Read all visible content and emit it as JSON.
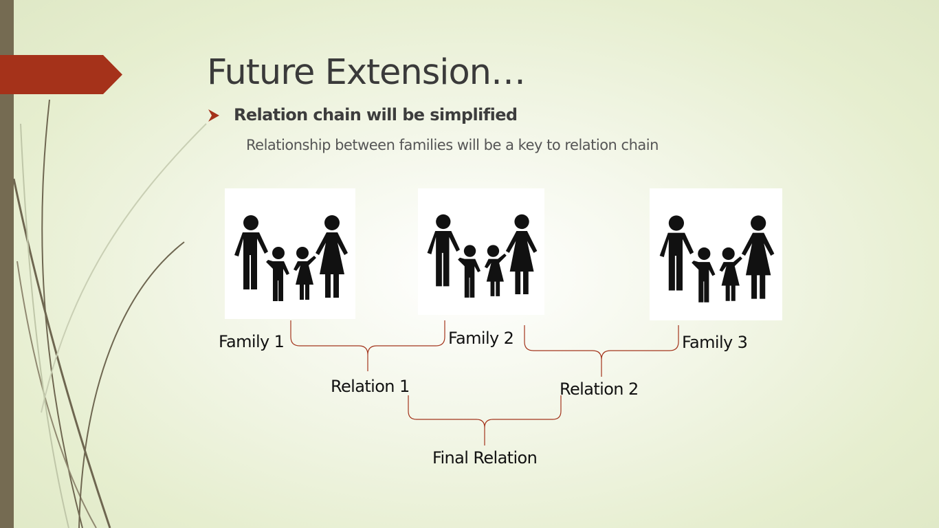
{
  "slide": {
    "title": "Future Extension…",
    "bullet": "Relation chain will be simplified",
    "subtext": "Relationship between families will be a key to relation chain"
  },
  "diagram": {
    "families": [
      {
        "label": "Family 1",
        "icon": "family-icon"
      },
      {
        "label": "Family 2",
        "icon": "family-icon"
      },
      {
        "label": "Family 3",
        "icon": "family-icon"
      }
    ],
    "relations": [
      {
        "label": "Relation 1"
      },
      {
        "label": "Relation 2"
      }
    ],
    "final": {
      "label": "Final Relation"
    },
    "colors": {
      "brace": "#a3341c",
      "accent": "#a5321a",
      "sidebar": "#756b52",
      "figure": "#111111"
    }
  }
}
